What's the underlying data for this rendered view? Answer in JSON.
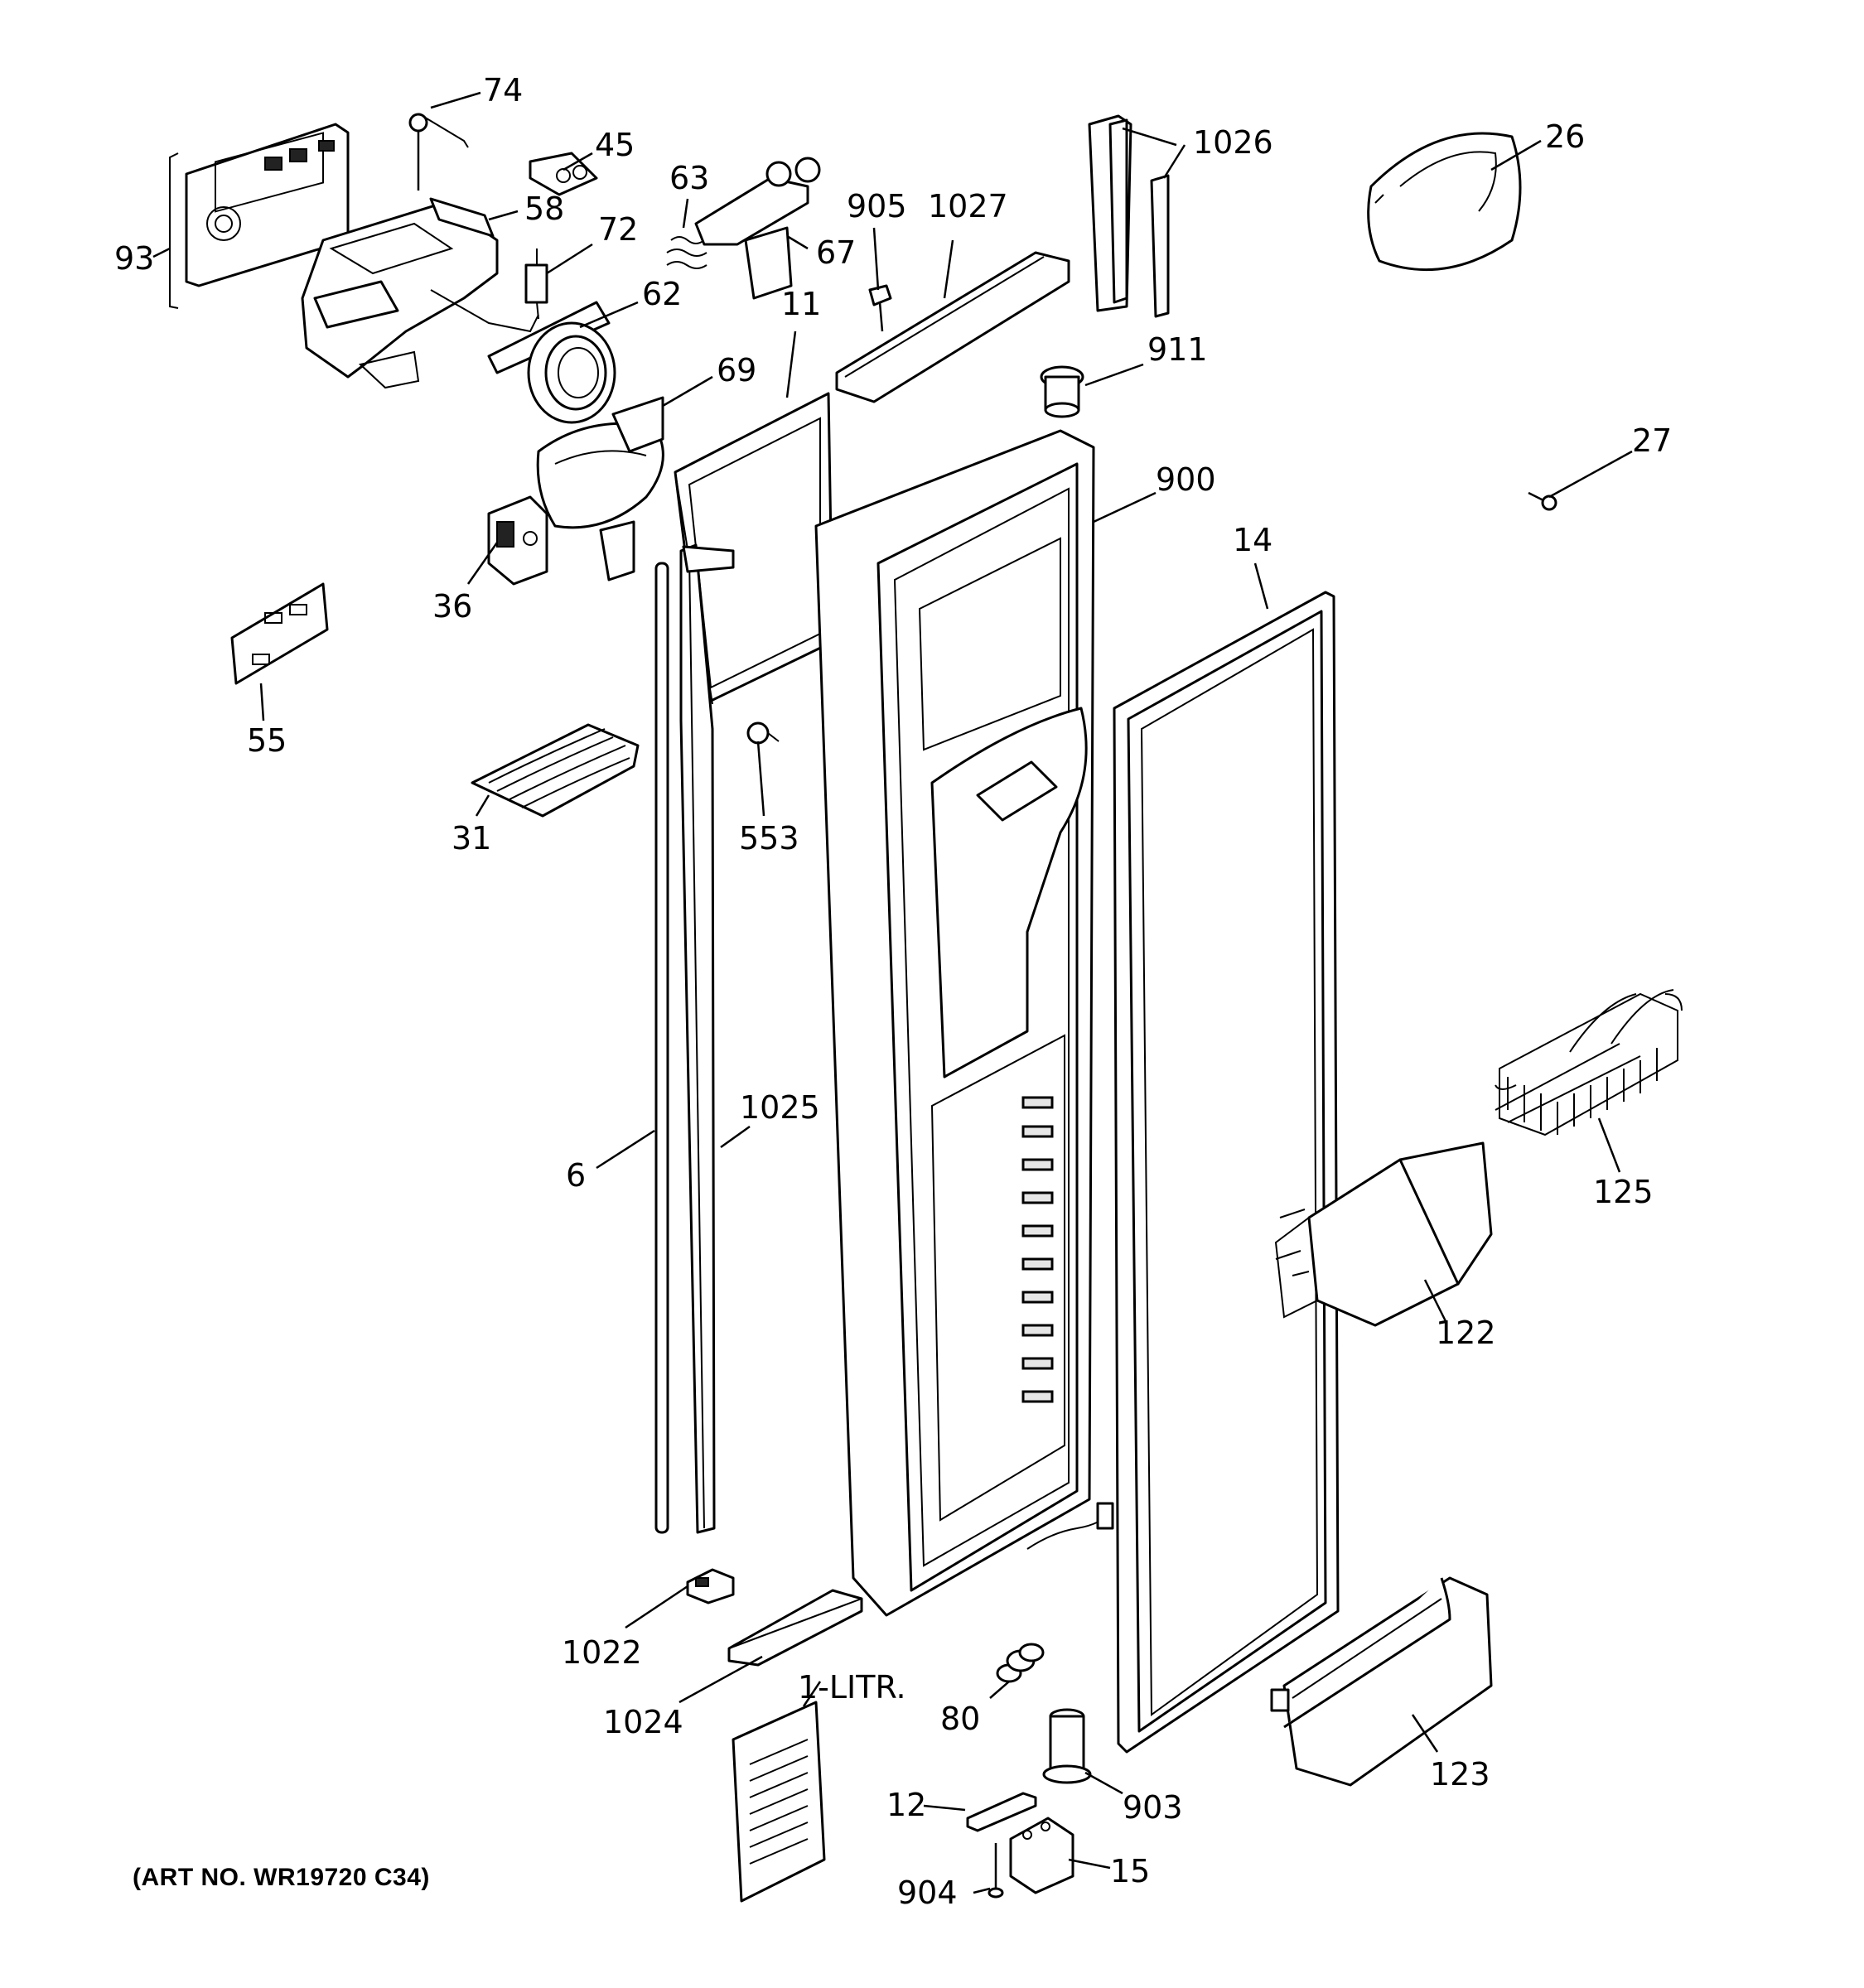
{
  "art_number": "(ART NO. WR19720 C34)",
  "callouts": {
    "c74": "74",
    "c45": "45",
    "c93": "93",
    "c58": "58",
    "c72": "72",
    "c63": "63",
    "c67": "67",
    "c62": "62",
    "c69": "69",
    "c11": "11",
    "c905": "905",
    "c1027": "1027",
    "c1026": "1026",
    "c26": "26",
    "c911": "911",
    "c27": "27",
    "c900": "900",
    "c14": "14",
    "c36": "36",
    "c55": "55",
    "c31": "31",
    "c553": "553",
    "c6": "6",
    "c1025": "1025",
    "c125": "125",
    "c122": "122",
    "c1022": "1022",
    "c1024": "1024",
    "c1litr": "1-LITR.",
    "c80": "80",
    "c12": "12",
    "c903": "903",
    "c123": "123",
    "c904": "904",
    "c15": "15"
  }
}
